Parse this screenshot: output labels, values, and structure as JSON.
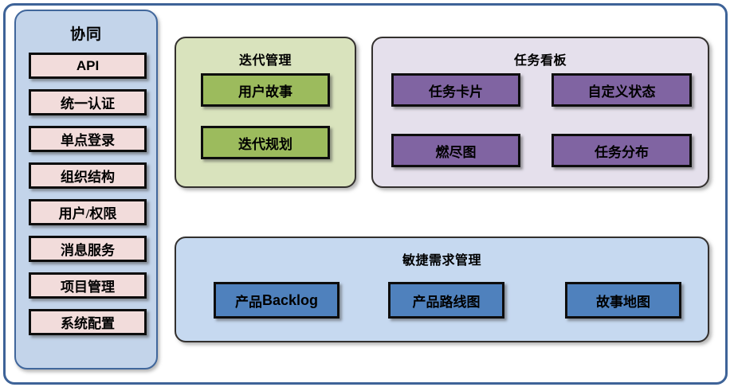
{
  "diagram": {
    "title": "协同",
    "colors": {
      "outer_frame_border": "#3e6398",
      "sidebar_bg": "#c3d4ea",
      "sidebar_item_bg": "#f2dcdb",
      "iteration_panel_bg": "#d9e3bd",
      "iteration_tile_bg": "#9cbb5d",
      "taskboard_panel_bg": "#e5e0ec",
      "taskboard_tile_bg": "#8064a2",
      "agile_panel_bg": "#c6d9f0",
      "agile_tile_bg": "#4f81bd",
      "tile_border": "#0d0d0d"
    }
  },
  "sidebar": {
    "title": "协同",
    "items": [
      {
        "label": "API"
      },
      {
        "label": "统一认证"
      },
      {
        "label": "单点登录"
      },
      {
        "label": "组织结构"
      },
      {
        "label": "用户/权限"
      },
      {
        "label": "消息服务"
      },
      {
        "label": "项目管理"
      },
      {
        "label": "系统配置"
      }
    ]
  },
  "groups": {
    "iteration": {
      "title": "迭代管理",
      "tiles": [
        {
          "label": "用户故事"
        },
        {
          "label": "迭代规划"
        }
      ]
    },
    "taskboard": {
      "title": "任务看板",
      "tiles": [
        {
          "label": "任务卡片"
        },
        {
          "label": "自定义状态"
        },
        {
          "label": "燃尽图"
        },
        {
          "label": "任务分布"
        }
      ]
    },
    "agile": {
      "title": "敏捷需求管理",
      "tiles": [
        {
          "label_cjk": "产品",
          "label_latin": "Backlog"
        },
        {
          "label": "产品路线图"
        },
        {
          "label": "故事地图"
        }
      ]
    }
  }
}
